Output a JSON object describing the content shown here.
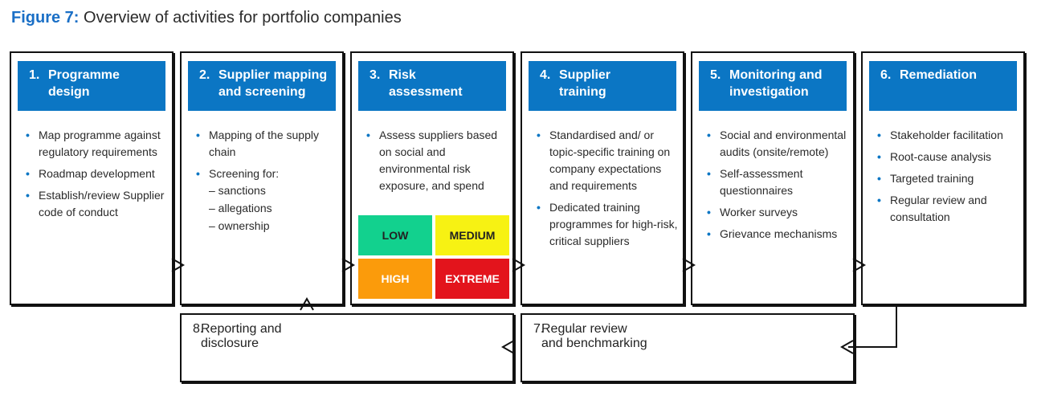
{
  "figure": {
    "label": "Figure 7:",
    "title": "Overview of activities for portfolio companies"
  },
  "steps": [
    {
      "num": "1.",
      "title": [
        "Programme",
        "design"
      ],
      "bullets": [
        "Map programme against regulatory requirements",
        "Roadmap development",
        "Establish/review Supplier code of conduct"
      ]
    },
    {
      "num": "2.",
      "title": [
        "Supplier mapping",
        "and screening"
      ],
      "bullets": [
        "Mapping of the supply chain",
        "Screening for:"
      ],
      "sub_bullets": [
        "– sanctions",
        "– allegations",
        "– ownership"
      ]
    },
    {
      "num": "3.",
      "title": [
        "Risk",
        "assessment"
      ],
      "bullets": [
        "Assess suppliers based on social and environmental risk exposure, and spend"
      ]
    },
    {
      "num": "4.",
      "title": [
        "Supplier",
        "training"
      ],
      "bullets": [
        "Standardised and/ or topic-specific training on company expectations and requirements",
        "Dedicated training programmes for high-risk, critical suppliers"
      ]
    },
    {
      "num": "5.",
      "title": [
        "Monitoring and",
        "investigation"
      ],
      "bullets": [
        "Social and environmental audits (onsite/remote)",
        "Self-assessment questionnaires",
        "Worker surveys",
        "Grievance mechanisms"
      ]
    },
    {
      "num": "6.",
      "title": [
        "Remediation"
      ],
      "bullets": [
        "Stakeholder facilitation",
        "Root-cause analysis",
        "Targeted training",
        "Regular review and consultation"
      ]
    }
  ],
  "risk_matrix": [
    {
      "label": "LOW",
      "color": "#12d18e"
    },
    {
      "label": "MEDIUM",
      "color": "#f7f213"
    },
    {
      "label": "HIGH",
      "color": "#fb9b0b"
    },
    {
      "label": "EXTREME",
      "color": "#e3141c"
    }
  ],
  "bottom_steps": [
    {
      "num": "8.",
      "title": [
        "Reporting and",
        "disclosure"
      ]
    },
    {
      "num": "7.",
      "title": [
        "Regular review",
        "and benchmarking"
      ]
    }
  ],
  "colors": {
    "header_blue": "#0b76c4",
    "title_blue": "#1a6fc6",
    "bullet_blue": "#0b76c4",
    "border": "#111111"
  },
  "icons": {
    "bullet": "•",
    "arrow": "chevron-arrow"
  }
}
